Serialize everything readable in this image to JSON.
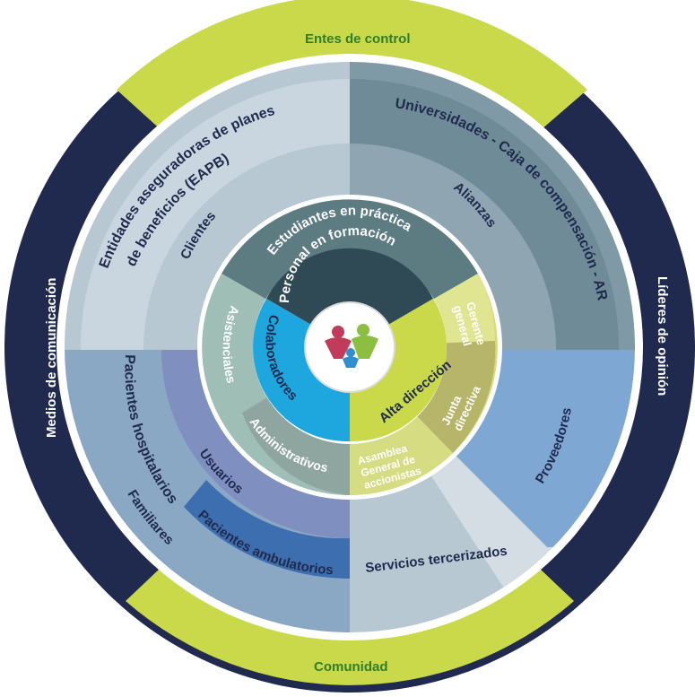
{
  "outer_ring": {
    "top": "Entes de control",
    "bottom": "Comunidad",
    "left": "Medios de comunicación",
    "right": "Líderes de opinión"
  },
  "quadrants": {
    "top_left_outer": "Entidades aseguradoras de planes",
    "top_left_outer_2": "de beneficios (EAPB)",
    "top_left_inner": "Clientes",
    "top_right_outer": "Universidades - Caja de compensación - ARL",
    "top_right_inner": "Alianzas",
    "right": "Proveedores",
    "bottom_right": "Servicios tercerizados",
    "left_outer_1": "Pacientes hospitalarios",
    "left_outer_2": "Familiares",
    "left_inner": "Usuarios",
    "left_ambulatory": "Pacientes ambulatorios"
  },
  "inner_ring": {
    "top_outer": "Estudiantes en práctica",
    "top_inner": "Personal en formación",
    "left_outer_1": "Asistenciales",
    "left_outer_2": "Administrativos",
    "left_inner": "Colaboradores",
    "right_outer_1": "Gerente",
    "right_outer_1b": "general",
    "right_outer_2": "Junta",
    "right_outer_2b": "directiva",
    "right_outer_3": "Asamblea",
    "right_outer_3b": "General de",
    "right_outer_3c": "accionistas",
    "right_inner": "Alta dirección"
  },
  "colors": {
    "lime": "#c9d94a",
    "navy": "#1f2a4e",
    "steel": "#7f9aa6",
    "light_steel": "#b8c8d2",
    "slate": "#5d7c82",
    "cyan": "#1ea7df",
    "periwinkle": "#8aa0c8",
    "blue": "#7fa7d4"
  }
}
